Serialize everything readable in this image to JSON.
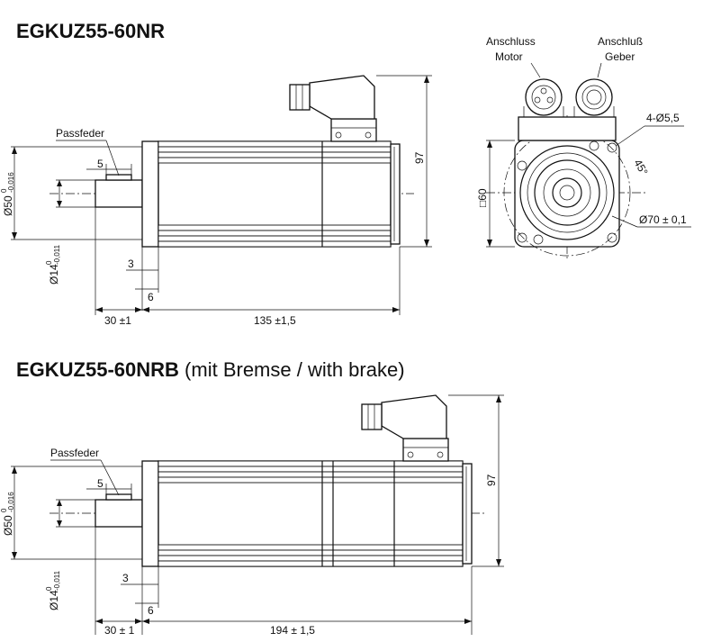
{
  "nr": {
    "title": "EGKUZ55-60NR",
    "passfeder": "Passfeder",
    "key_width": "5",
    "flange_dia": "Ø50",
    "flange_tol_top": "0",
    "flange_tol_bottom": "-0,016",
    "shaft_dia": "Ø14",
    "shaft_tol_top": "0",
    "shaft_tol_bottom": "-0,011",
    "dim_3": "3",
    "dim_6": "6",
    "shaft_len": "30 ±1",
    "body_len": "135 ±1,5",
    "height": "97"
  },
  "front": {
    "conn_motor_line1": "Anschluss",
    "conn_motor_line2": "Motor",
    "conn_enc_line1": "Anschluß",
    "conn_enc_line2": "Geber",
    "holes": "4-Ø5,5",
    "angle": "45°",
    "square": "□60",
    "bolt_circle": "Ø70 ± 0,1"
  },
  "nrb": {
    "title": "EGKUZ55-60NRB",
    "subtitle": " (mit Bremse / with brake)",
    "passfeder": "Passfeder",
    "key_width": "5",
    "flange_dia": "Ø50",
    "flange_tol_top": "0",
    "flange_tol_bottom": "-0,016",
    "shaft_dia": "Ø14",
    "shaft_tol_top": "0",
    "shaft_tol_bottom": "-0,011",
    "dim_3": "3",
    "dim_6": "6",
    "shaft_len": "30 ± 1",
    "body_len": "194 ± 1,5",
    "height": "97"
  }
}
